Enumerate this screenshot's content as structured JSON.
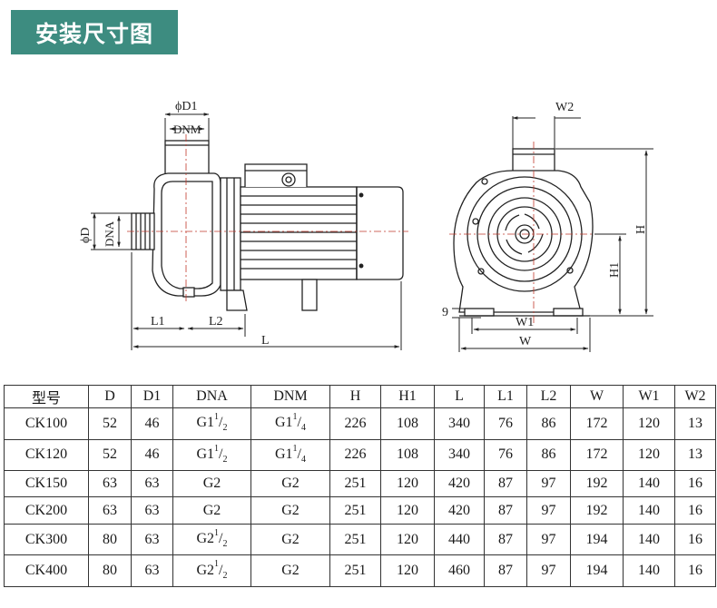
{
  "title": "安装尺寸图",
  "drawing_labels": {
    "side": {
      "D1": "ϕD1",
      "DNM": "DNM",
      "D": "ϕD",
      "DNA": "DNA",
      "L1": "L1",
      "L2": "L2",
      "L": "L"
    },
    "front": {
      "W2": "W2",
      "H": "H",
      "H1": "H1",
      "nine": "9",
      "W1": "W1",
      "W": "W"
    }
  },
  "table": {
    "headers": [
      "型号",
      "D",
      "D1",
      "DNA",
      "DNM",
      "H",
      "H1",
      "L",
      "L1",
      "L2",
      "W",
      "W1",
      "W2"
    ],
    "rows": [
      {
        "model": "CK100",
        "D": "52",
        "D1": "46",
        "DNA": {
          "base": "G1",
          "num": "1",
          "den": "2"
        },
        "DNM": {
          "base": "G1",
          "num": "1",
          "den": "4"
        },
        "H": "226",
        "H1": "108",
        "L": "340",
        "L1": "76",
        "L2": "86",
        "W": "172",
        "W1": "120",
        "W2": "13"
      },
      {
        "model": "CK120",
        "D": "52",
        "D1": "46",
        "DNA": {
          "base": "G1",
          "num": "1",
          "den": "2"
        },
        "DNM": {
          "base": "G1",
          "num": "1",
          "den": "4"
        },
        "H": "226",
        "H1": "108",
        "L": "340",
        "L1": "76",
        "L2": "86",
        "W": "172",
        "W1": "120",
        "W2": "13"
      },
      {
        "model": "CK150",
        "D": "63",
        "D1": "63",
        "DNA": {
          "base": "G2"
        },
        "DNM": {
          "base": "G2"
        },
        "H": "251",
        "H1": "120",
        "L": "420",
        "L1": "87",
        "L2": "97",
        "W": "192",
        "W1": "140",
        "W2": "16"
      },
      {
        "model": "CK200",
        "D": "63",
        "D1": "63",
        "DNA": {
          "base": "G2"
        },
        "DNM": {
          "base": "G2"
        },
        "H": "251",
        "H1": "120",
        "L": "420",
        "L1": "87",
        "L2": "97",
        "W": "192",
        "W1": "140",
        "W2": "16"
      },
      {
        "model": "CK300",
        "D": "80",
        "D1": "63",
        "DNA": {
          "base": "G2",
          "num": "1",
          "den": "2"
        },
        "DNM": {
          "base": "G2"
        },
        "H": "251",
        "H1": "120",
        "L": "440",
        "L1": "87",
        "L2": "97",
        "W": "194",
        "W1": "140",
        "W2": "16"
      },
      {
        "model": "CK400",
        "D": "80",
        "D1": "63",
        "DNA": {
          "base": "G2",
          "num": "1",
          "den": "2"
        },
        "DNM": {
          "base": "G2"
        },
        "H": "251",
        "H1": "120",
        "L": "460",
        "L1": "87",
        "L2": "97",
        "W": "194",
        "W1": "140",
        "W2": "16"
      }
    ]
  }
}
